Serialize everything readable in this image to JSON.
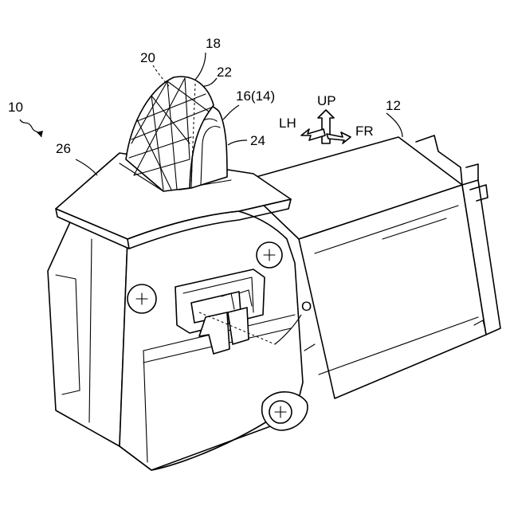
{
  "labels": {
    "assembly": "10",
    "housing": "12",
    "knob_parent": "16(14)",
    "knob": "18",
    "knob_inner": "20",
    "knob_grid": "22",
    "knob_side": "24",
    "bezel": "26",
    "axis_o": "O"
  },
  "directions": {
    "up": "UP",
    "left": "LH",
    "front": "FR"
  }
}
